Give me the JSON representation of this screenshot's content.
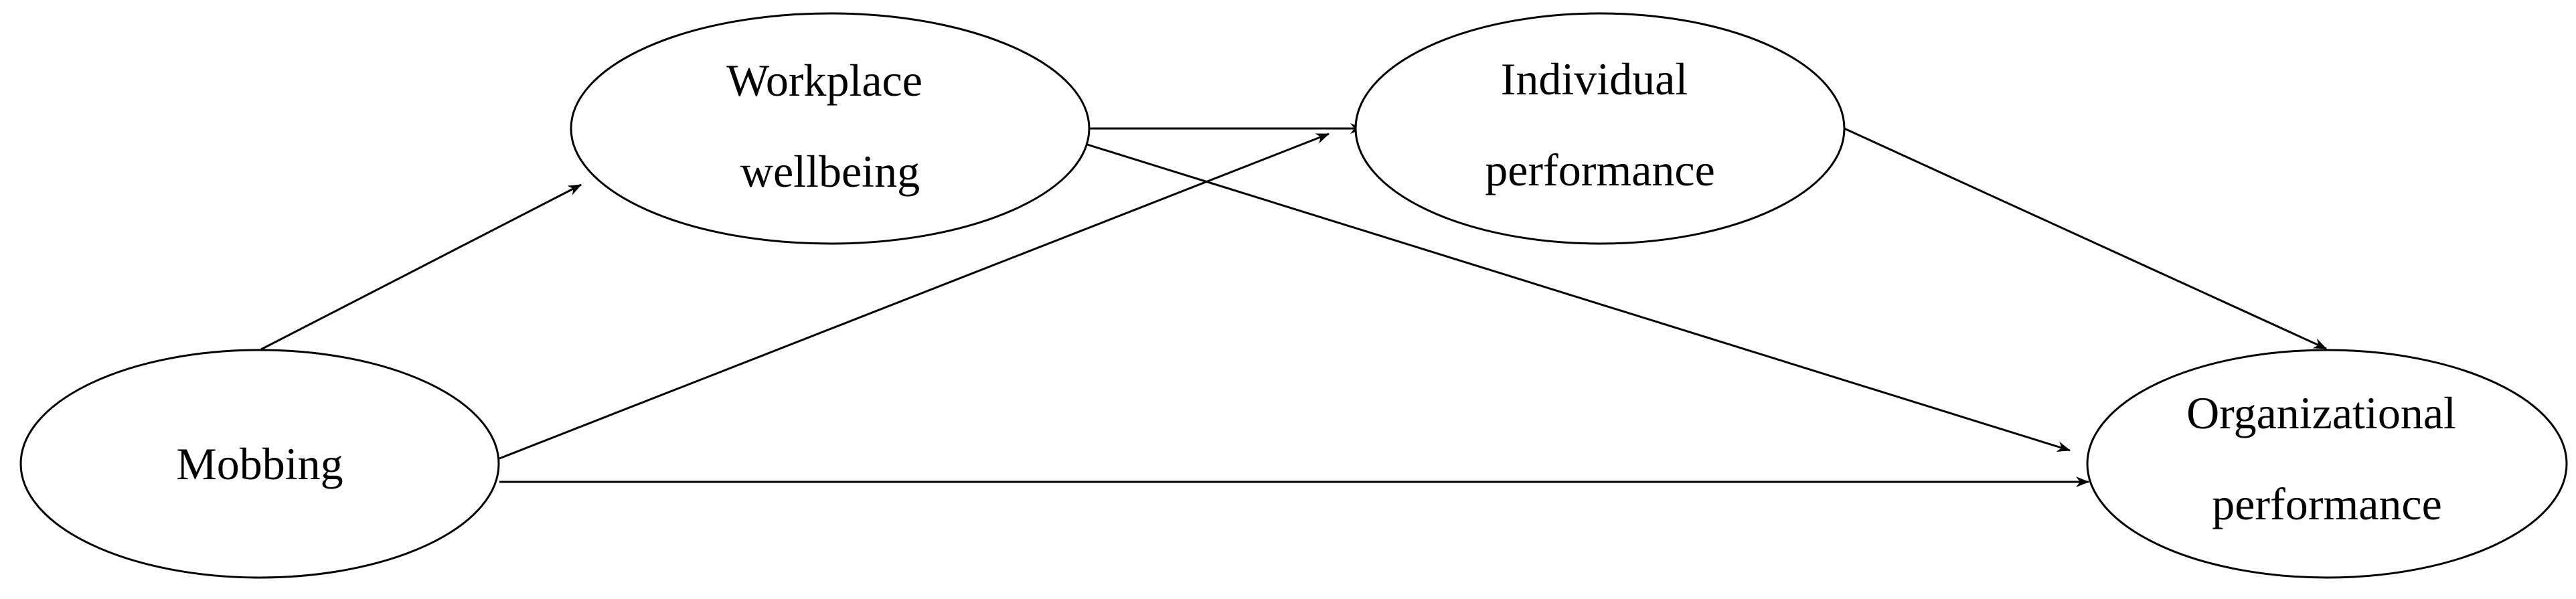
{
  "diagram": {
    "nodes": [
      {
        "id": "mobbing",
        "lines": [
          "Mobbing"
        ]
      },
      {
        "id": "workplace-wellbeing",
        "lines": [
          "Workplace",
          "wellbeing"
        ]
      },
      {
        "id": "individual-performance",
        "lines": [
          "Individual",
          "performance"
        ]
      },
      {
        "id": "organizational-performance",
        "lines": [
          "Organizational",
          "performance"
        ]
      }
    ],
    "edges": [
      {
        "from": "mobbing",
        "to": "workplace-wellbeing"
      },
      {
        "from": "mobbing",
        "to": "individual-performance"
      },
      {
        "from": "mobbing",
        "to": "organizational-performance"
      },
      {
        "from": "workplace-wellbeing",
        "to": "individual-performance"
      },
      {
        "from": "workplace-wellbeing",
        "to": "organizational-performance"
      },
      {
        "from": "individual-performance",
        "to": "organizational-performance"
      }
    ],
    "colors": {
      "stroke": "#000000",
      "background": "#ffffff"
    }
  }
}
